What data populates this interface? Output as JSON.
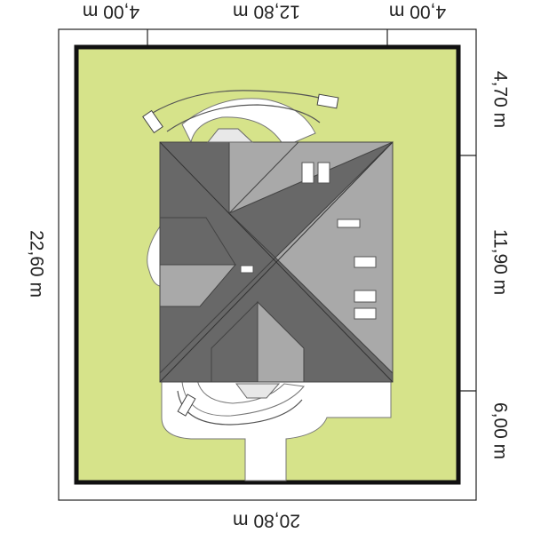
{
  "dimensions": {
    "top_left": "4,00 m",
    "top_middle": "12,80 m",
    "top_right": "4,00 m",
    "bottom_total": "20,80 m",
    "left_total": "22,60 m",
    "right_top": "4,70 m",
    "right_middle": "11,90 m",
    "right_bottom": "6,00 m"
  },
  "colors": {
    "plot": "#d6e38a",
    "plot_border": "#111111",
    "roof_dark": "#686868",
    "roof_light": "#a9a9a9",
    "paving": "#ffffff",
    "skylight": "#ffffff"
  }
}
